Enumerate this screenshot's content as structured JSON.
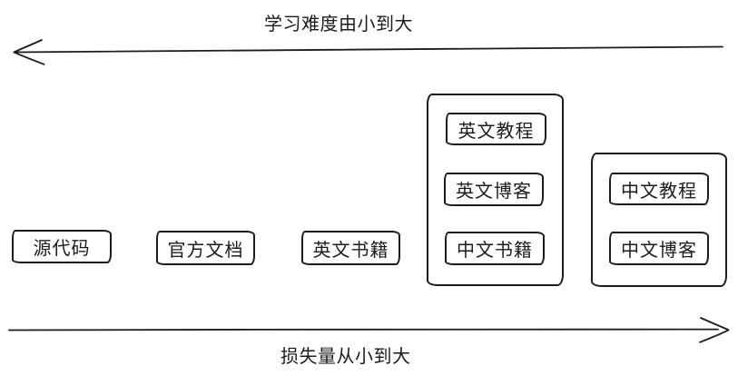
{
  "diagram": {
    "top_axis": {
      "label": "学习难度由小到大",
      "direction": "left"
    },
    "bottom_axis": {
      "label": "损失量从小到大",
      "direction": "right"
    },
    "nodes": [
      {
        "id": "source-code",
        "label": "源代码"
      },
      {
        "id": "official-docs",
        "label": "官方文档"
      },
      {
        "id": "english-books",
        "label": "英文书籍"
      }
    ],
    "groups": [
      {
        "id": "english-resources",
        "items": [
          {
            "id": "english-tutorials",
            "label": "英文教程"
          },
          {
            "id": "english-blogs",
            "label": "英文博客"
          },
          {
            "id": "chinese-books",
            "label": "中文书籍"
          }
        ]
      },
      {
        "id": "chinese-resources",
        "items": [
          {
            "id": "chinese-tutorials",
            "label": "中文教程"
          },
          {
            "id": "chinese-blogs",
            "label": "中文博客"
          }
        ]
      }
    ],
    "colors": {
      "stroke": "#1c1c1c",
      "background": "#ffffff",
      "text": "#1c1c1c"
    }
  }
}
